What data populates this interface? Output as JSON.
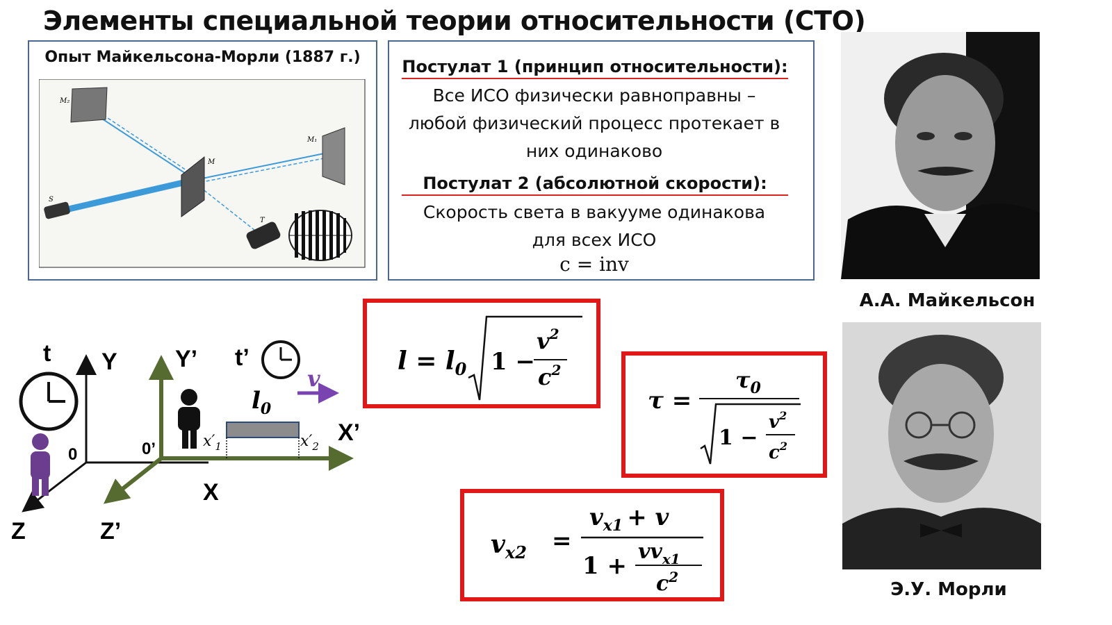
{
  "title": "Элементы специальной теории относительности (СТО)",
  "experiment": {
    "title": "Опыт Майкельсона-Морли (1887 г.)",
    "labels": {
      "m2": "M₂",
      "m1": "M₁",
      "m": "M",
      "s": "S",
      "t": "T"
    }
  },
  "postulates": {
    "p1_heading": "Постулат 1 (принцип относительности):",
    "p1_lines": [
      "Все ИСО физически равноправны –",
      "любой физический процесс протекает в",
      "них одинаково"
    ],
    "p2_heading": "Постулат 2 (абсолютной скорости):",
    "p2_lines": [
      "Скорость света в вакууме одинакова",
      "для всех ИСО"
    ],
    "p2_formula": "c = inv"
  },
  "portraits": {
    "michelson_caption": "А.А. Майкельсон",
    "morley_caption": "Э.У. Морли"
  },
  "frames": {
    "t": "t",
    "y": "Y",
    "zero": "0",
    "x": "X",
    "z": "Z",
    "t_prime": "t’",
    "y_prime": "Y’",
    "zero_prime": "0’",
    "x_prime": "X’",
    "z_prime": "Z’",
    "v": "v",
    "l0": "l",
    "l0_sub": "0",
    "x1": "x′",
    "x1_sub": "1",
    "x2": "x′",
    "x2_sub": "2"
  },
  "formulas": {
    "length": {
      "lhs": "l = l",
      "lhs_sub": "0",
      "one": "1 −",
      "num": "v",
      "den": "c",
      "exp": "2"
    },
    "time": {
      "lhs": "τ =",
      "num": "τ",
      "num_sub": "0",
      "one": "1 −",
      "v": "v",
      "c": "c",
      "exp": "2"
    },
    "velocity": {
      "lhs": "v",
      "lhs_sub": "x2",
      "eq": "=",
      "num_a": "v",
      "num_a_sub": "x1",
      "num_plus": "+ v",
      "den_one": "1 +",
      "den_num": "vv",
      "den_num_sub": "x1",
      "den_c": "c",
      "exp": "2"
    }
  },
  "colors": {
    "frame_border": "#4a6792",
    "accent_red": "#e01818",
    "axis_green": "#566b2f",
    "figure_purple": "#6b3d8e",
    "beam_blue": "#3d9ad9"
  }
}
